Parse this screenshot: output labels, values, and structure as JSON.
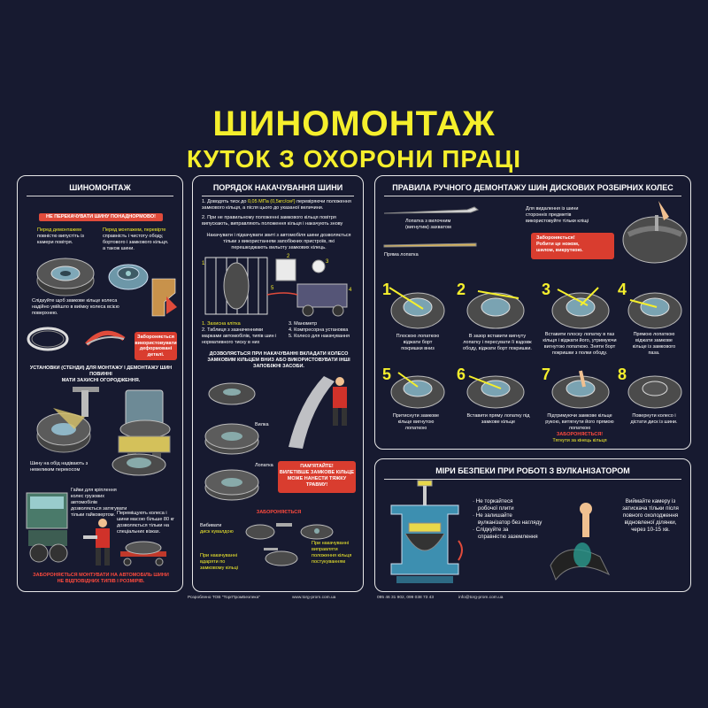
{
  "header": {
    "title": "ШИНОМОНТАЖ",
    "subtitle": "КУТОК З ОХОРОНИ ПРАЦІ"
  },
  "panel1": {
    "title": "ШИНОМОНТАЖ",
    "banner1": "НЕ ПЕРЕКАЧУВАТИ ШИНУ ПОНАДНОРМОВО!",
    "before_dismount_1": "Перед демонтажем",
    "before_dismount_2": "повністю випустіть із",
    "before_dismount_3": "камери повітря.",
    "before_mount_1": "Перед монтажем, перевірте",
    "before_mount_2": "справність і чистоту ободу,",
    "before_mount_3": "бортового і замкового кільця.",
    "before_mount_4": "а також шини.",
    "lock_ring_1": "Слідкуйте щоб замкове кільце колеса",
    "lock_ring_2": "надійно увійшло в виїмку колеса всією",
    "lock_ring_3": "поверхнею.",
    "forbidden_deformed_1": "Забороняється",
    "forbidden_deformed_2": "використовувати",
    "forbidden_deformed_3": "деформовані",
    "forbidden_deformed_4": "деталі.",
    "stands_1": "УСТАНОВКИ (СТЕНДИ) ДЛЯ МОНТАЖУ І ДЕМОНТАЖУ ШИН ПОВИННІ",
    "stands_2": "МАТИ ЗАХИСНІ ОГОРОДЖЕННЯ.",
    "truck_1": "Гайки для кріплення",
    "truck_2": "колес грузових",
    "truck_3": "автомобілів",
    "truck_4": "дозволяється затягувати",
    "truck_5": "тільки гайковертом.",
    "wheel_1": "Шину на обід надівають з",
    "wheel_2": "невеликим перекосом",
    "move_1": "Переміщують колеса і",
    "move_2": "шини масою більше 80 кг",
    "move_3": "дозволяється тільки на",
    "move_4": "спеціальних візках.",
    "banner2_1": "ЗАБОРОНЯЄТЬСЯ МОНТУВАТИ НА АВТОМОБІЛЬ ШИНИ",
    "banner2_2": "НЕ ВІДПОВІДНИХ ТИПІВ І РОЗМІРІВ."
  },
  "panel2": {
    "title": "ПОРЯДОК НАКАЧУВАННЯ ШИНИ",
    "step1_1": "1. Доводять тиск до",
    "step1_value": "0,05 МПа (0,5кгс/см²)",
    "step1_2": "перевіряючи положення",
    "step1_3": "замкового кільця, а після цього до указаної величини.",
    "step2_1": "2. При не правильному положенні замкового кільця повітря",
    "step2_2": "випускають, виправляють положення кільця і накачують знову",
    "note_1": "Накачувати і підкачувати звиті з автомобіля шини дозволяється",
    "note_2": "тільки з використанням запобіжних пристроїв, які",
    "note_3": "перешкоджають вильоту замкових кілець.",
    "legend_1": "1. Захисна клітка",
    "legend_2": "2. Таблиця з зазначенними марками автомобілів, типів шин і нормативного тиску в них",
    "legend_3": "3. Манометр",
    "legend_4": "4. Компресорна установка",
    "legend_5": "5. Колесо для накачування",
    "allowed_1": "ДОЗВОЛЯЄТЬСЯ ПРИ НАКАЧУВАННІ ВКЛАДАТИ КОЛЕСО",
    "allowed_2": "ЗАМКОВИМ КІЛЬЦЕМ ВНИЗ АБО ВИКОРИСТОВУВАТИ ІНШІ",
    "allowed_3": "ЗАПОБІЖНІ ЗАСОБИ.",
    "lbl_fork": "Вилка",
    "lbl_blade": "Лопатка",
    "warn_1": "ПАМ'ЯТАЙТЕ!",
    "warn_2": "ВИЛЕТІВШЕ ЗАМКОВЕ КІЛЬЦЕ",
    "warn_3": "МОЖЕ НАНЕСТИ ТЯЖКУ",
    "warn_4": "ТРАВМУ!",
    "forbidden": "ЗАБОРОНЯЄТЬСЯ",
    "f1_1": "Вибивати",
    "f1_2": "диск кувалдою",
    "f2_1": "При накачуванні",
    "f2_2": "виправляти",
    "f2_3": "положення кільця",
    "f2_4": "постукуванням",
    "f3_1": "При накачуванні",
    "f3_2": "вдаряти по",
    "f3_3": "замковому кільці"
  },
  "panel3": {
    "title": "ПРАВИЛА РУЧНОГО ДЕМОНТАЖУ ШИН ДИСКОВИХ РОЗБІРНИХ КОЛЕС",
    "tool1_1": "Лопатка з вилочним",
    "tool1_2": "(вигнутим) захватом",
    "tool2": "Пряма лопатка",
    "side_1": "Для видалення із шини",
    "side_2": "сторонніх предметів",
    "side_3": "використовуйте тільки кліщі",
    "forbid_1": "Забороняється!",
    "forbid_2": "Робити це ножом,",
    "forbid_3": "шилом, викруткою.",
    "s1_1": "Плоскою лопаткою",
    "s1_2": "віджати борт",
    "s1_3": "покришки вниз",
    "s2_1": "В зазор вставити вигнуту",
    "s2_2": "лопатку і пересувати її вздовж",
    "s2_3": "ободу, віджати борт покришки.",
    "s3_1": "Вставити плоску лопатку в паз",
    "s3_2": "кільця і віджати його, утримуючи",
    "s3_3": "вигнутою лопаткою. Зняти борт",
    "s3_4": "покришки з полки ободу.",
    "s4_1": "Прямою лопаткою",
    "s4_2": "віджати замкове",
    "s4_3": "кільце із замкового",
    "s4_4": "паза.",
    "s5_1": "Притиснути замкове",
    "s5_2": "кільце вигнутою",
    "s5_3": "лопаткою",
    "s6_1": "Вставити пряму лопатку під",
    "s6_2": "замкове кільце",
    "s7_1": "Підтримуючи замкове кільце",
    "s7_2": "рукою, витягнути його прямою",
    "s7_3": "лопаткою",
    "s7_4": "ЗАБОРОНЯЄТЬСЯ!",
    "s7_5": "Тягнути за кінець кільця",
    "s8_1": "Повернути колесо і",
    "s8_2": "дістати диск із шини.",
    "n1": "1",
    "n2": "2",
    "n3": "3",
    "n4": "4",
    "n5": "5",
    "n6": "6",
    "n7": "7",
    "n8": "8"
  },
  "panel4": {
    "title": "МІРИ БЕЗПЕКИ ПРИ РОБОТІ З ВУЛКАНІЗАТОРОМ",
    "b1_1": "· Не торкайтеся",
    "b1_2": "робочої плити",
    "b2_1": "· Не залишайте",
    "b2_2": "вулканізатор без нагляду",
    "b3_1": "· Слідкуйте за",
    "b3_2": "справністю заземлення",
    "right_1": "Виймайте камеру із",
    "right_2": "затискача тільки після",
    "right_3": "повного охолодження",
    "right_4": "відновленої ділянки,",
    "right_5": "через 10-15 хв."
  },
  "footer": {
    "dev": "Розроблено ТОВ \"ТоргПромБезпека\"",
    "site": "www.torg-prom.com.ua",
    "phones": "095 46 31 902,   099 038 73 43",
    "email": "info@torg-prom.com.ua"
  },
  "colors": {
    "background": "#171a30",
    "title": "#f5ef2c",
    "danger": "#e04b3b",
    "border": "#e8e8e8"
  }
}
